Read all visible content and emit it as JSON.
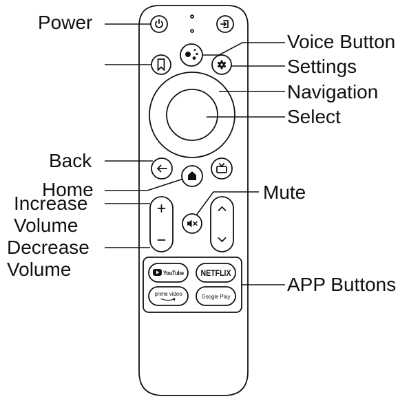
{
  "labels": {
    "power": "Power",
    "voice": "Voice Button",
    "settings": "Settings",
    "navigation": "Navigation",
    "select": "Select",
    "back": "Back",
    "home": "Home",
    "mute": "Mute",
    "increase_volume_1": "Increase",
    "increase_volume_2": "Volume",
    "decrease_volume_1": "Decrease",
    "decrease_volume_2": "Volume",
    "app_buttons": "APP Buttons"
  },
  "apps": {
    "youtube": "YouTube",
    "netflix": "NETFLIX",
    "prime_video": "prime video",
    "google_play": "Google Play"
  },
  "icons": [
    "power-icon",
    "input-icon",
    "bookmark-icon",
    "assistant-icon",
    "gear-icon",
    "back-arrow-icon",
    "home-icon",
    "tv-icon",
    "plus-icon",
    "minus-icon",
    "mute-icon",
    "chevron-up-icon",
    "chevron-down-icon",
    "youtube-play-icon",
    "prime-smile-icon"
  ],
  "colors": {
    "ink": "#111111",
    "background": "#ffffff"
  }
}
